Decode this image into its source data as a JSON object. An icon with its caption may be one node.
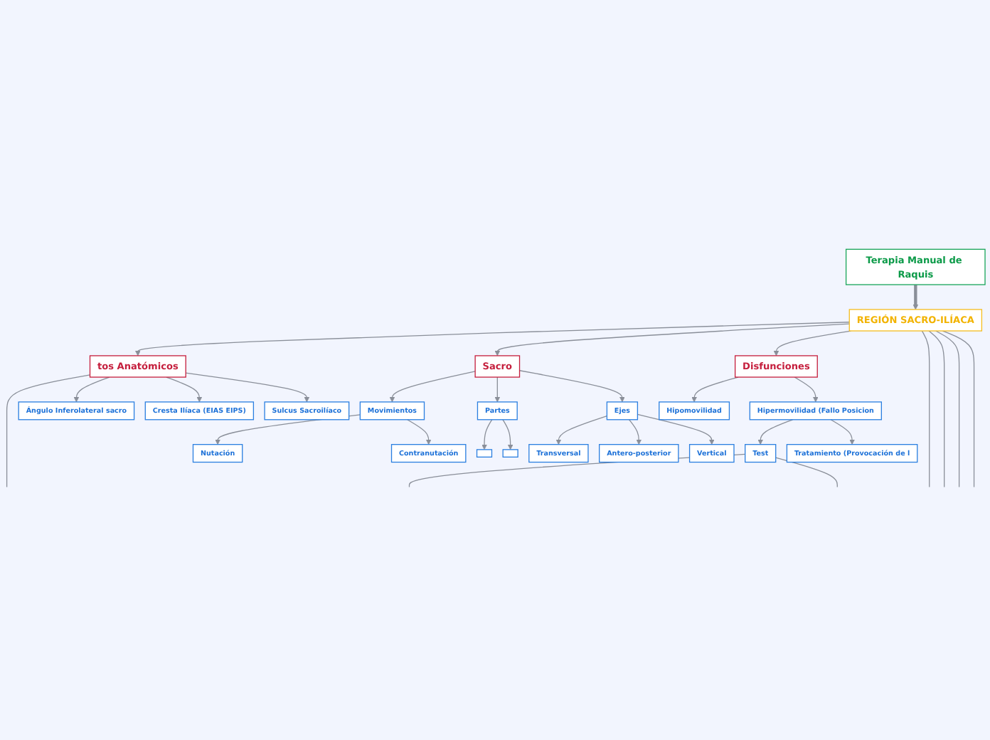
{
  "diagram": {
    "nodes": [
      {
        "text": [
          "Terapia Manual de Raquis"
        ]
      },
      {
        "text": [
          "REGIÓN SACRO-ILÍACA"
        ]
      },
      {
        "text": [
          "tos Anatómicos"
        ]
      },
      {
        "text": [
          "Ángulo Inferolateral sacro"
        ]
      },
      {
        "text": [
          "Cresta Ilíaca (EIAS EIPS)"
        ]
      },
      {
        "text": [
          "Sulcus Sacroilíaco"
        ]
      },
      {
        "text": [
          "Sacro"
        ]
      },
      {
        "text": [
          "Movimientos"
        ]
      },
      {
        "text": [
          "Disfunciones"
        ]
      },
      {
        "text": [
          "Partes"
        ]
      },
      {
        "text": [
          "Ejes"
        ]
      },
      {
        "text": [
          "Nutación"
        ]
      },
      {
        "text": [
          "Contranutación"
        ]
      },
      {
        "text": [
          "Hipomovilidad"
        ]
      },
      {
        "text": [
          "Hipermovilidad (Fallo Posicion"
        ]
      },
      {
        "text": [
          "Transversal"
        ]
      },
      {
        "text": [
          "Antero-posterior"
        ]
      },
      {
        "text": [
          "Vertical"
        ]
      },
      {
        "text": [
          "Test"
        ]
      },
      {
        "text": [
          "Tratamiento (Provocación de l"
        ]
      },
      {
        "text": [],
        "shape": "box"
      },
      {
        "text": [],
        "shape": "box"
      }
    ],
    "edges": [
      {
        "from": 0,
        "to": 1,
        "arrow": "to",
        "style": "thick"
      },
      {
        "from": 1,
        "to": 2,
        "arrow": "to"
      },
      {
        "from": 1,
        "to": 6,
        "arrow": "to"
      },
      {
        "from": 1,
        "to": 8,
        "arrow": "to"
      },
      {
        "from": 1,
        "to": null,
        "arrow": "none"
      },
      {
        "from": 1,
        "to": null,
        "arrow": "none"
      },
      {
        "from": 1,
        "to": null,
        "arrow": "none"
      },
      {
        "from": 1,
        "to": null,
        "arrow": "none"
      },
      {
        "from": 2,
        "to": null,
        "arrow": "none"
      },
      {
        "from": 2,
        "to": 3,
        "arrow": "to"
      },
      {
        "from": 2,
        "to": 4,
        "arrow": "to"
      },
      {
        "from": 2,
        "to": 5,
        "arrow": "to"
      },
      {
        "from": 6,
        "to": 7,
        "arrow": "to"
      },
      {
        "from": 6,
        "to": 9,
        "arrow": "to"
      },
      {
        "from": 6,
        "to": 10,
        "arrow": "to"
      },
      {
        "from": 7,
        "to": 11,
        "arrow": "to"
      },
      {
        "from": 7,
        "to": 12,
        "arrow": "to"
      },
      {
        "from": 8,
        "to": 13,
        "arrow": "to"
      },
      {
        "from": 8,
        "to": 14,
        "arrow": "to"
      },
      {
        "from": 9,
        "to": 20,
        "arrow": "to"
      },
      {
        "from": 9,
        "to": 21,
        "arrow": "to"
      },
      {
        "from": 10,
        "to": 15,
        "arrow": "to"
      },
      {
        "from": 10,
        "to": 16,
        "arrow": "to"
      },
      {
        "from": 10,
        "to": 17,
        "arrow": "to"
      },
      {
        "from": 14,
        "to": 18,
        "arrow": "to"
      },
      {
        "from": 14,
        "to": 19,
        "arrow": "to"
      },
      {
        "from": 18,
        "to": null,
        "arrow": "none"
      },
      {
        "from": 18,
        "to": null,
        "arrow": "none"
      }
    ]
  }
}
